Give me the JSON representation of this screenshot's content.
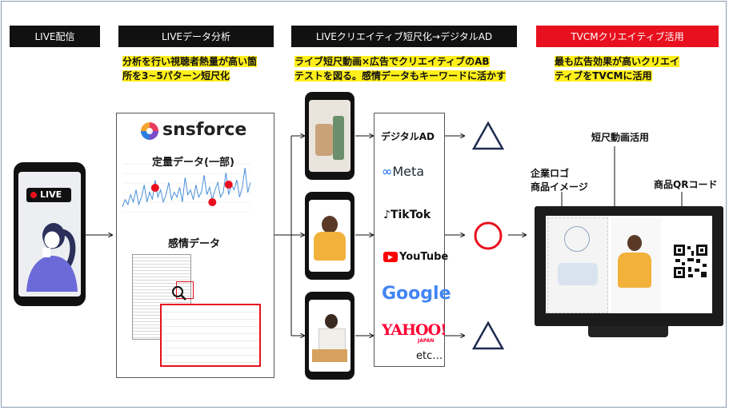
{
  "headers": {
    "live": "LIVE配信",
    "analysis": "LIVEデータ分析",
    "creative": "LIVEクリエイティブ短尺化→デジタルAD",
    "tvcm": "TVCMクリエイティブ活用"
  },
  "descriptions": {
    "analysis_1": "分析を行い視聴者熱量が高い箇",
    "analysis_2": "所を3~5パターン短尺化",
    "creative_1": "ライブ短尺動画×広告でクリエイティブのAB",
    "creative_2": "テストを図る。感情データもキーワードに活かす",
    "tvcm_1": "最も広告効果が高いクリエイ",
    "tvcm_2": "ティブをTVCMに活用"
  },
  "live_badge": "LIVE",
  "snsforce": {
    "logo": "snsforce",
    "quant_label": "定量データ(一部)",
    "emotion_label": "感情データ",
    "chart_values": [
      2,
      5,
      3,
      7,
      4,
      9,
      3,
      6,
      11,
      4,
      8,
      5,
      13,
      6,
      9,
      4,
      7,
      12,
      5,
      8,
      6,
      10,
      4,
      14,
      7,
      9,
      5,
      11,
      6,
      8,
      15,
      7,
      10,
      5,
      9,
      12,
      6,
      8,
      16,
      7,
      11,
      9,
      13,
      6,
      10,
      18,
      8,
      12
    ]
  },
  "ad_platforms": {
    "title": "デジタルAD",
    "items": [
      "Meta",
      "TikTok",
      "YouTube",
      "Google",
      "YAHOO!",
      "JAPAN",
      "etc…"
    ]
  },
  "results": [
    "△",
    "○",
    "△"
  ],
  "tv_labels": {
    "short_video": "短尺動画活用",
    "logo_image_1": "企業ロゴ",
    "logo_image_2": "商品イメージ",
    "qr": "商品QRコード"
  },
  "colors": {
    "accent_red": "#e8101e",
    "highlight_yellow": "#ffef1a",
    "triangle_navy": "#1d2b4f"
  }
}
